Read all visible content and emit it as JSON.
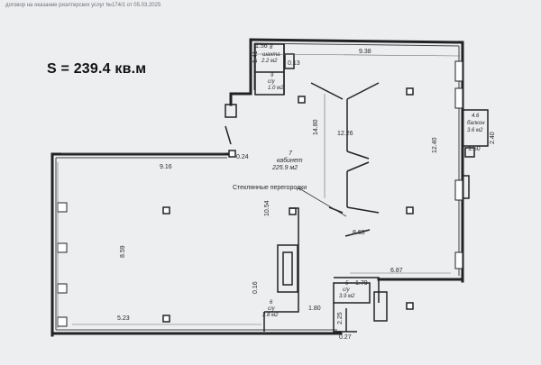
{
  "header_note": "договор на оказание риэлтерских услуг №174/1 от 05.03.2025",
  "total_area": "S = 239.4 кв.м",
  "glass_partitions_label": "Стеклянные перегородки",
  "rooms": [
    {
      "id": "shaft",
      "num": "8",
      "name": "шахта",
      "area": "2.2 м2"
    },
    {
      "id": "wc9",
      "num": "9",
      "name": "с/у",
      "area": "1.0 м2"
    },
    {
      "id": "office",
      "num": "7",
      "name": "кабинет",
      "area": "225.9 м2"
    },
    {
      "id": "balcony",
      "num": "4.6",
      "name": "балкон",
      "area": "3.6 м2"
    },
    {
      "id": "wc5",
      "num": "5",
      "name": "с/у",
      "area": "3.9 м2"
    },
    {
      "id": "wc6",
      "num": "6",
      "name": "с/у",
      "area": "2.8 м2"
    }
  ],
  "dimensions": {
    "d_156": "1.56",
    "d_141": "1.41",
    "d_013": "0.13",
    "d_938": "9.38",
    "d_1480": "14.80",
    "d_1226": "12.26",
    "d_1240": "12.40",
    "d_150": "1.50",
    "d_240": "2.40",
    "d_916": "9.16",
    "d_024": "0.24",
    "d_1054": "10.54",
    "d_868": "8.68",
    "d_859": "8.59",
    "d_687": "6.87",
    "d_179": "1.79",
    "d_016": "0.16",
    "d_523": "5.23",
    "d_180": "1.80",
    "d_225": "2.25",
    "d_027": "0.27"
  }
}
